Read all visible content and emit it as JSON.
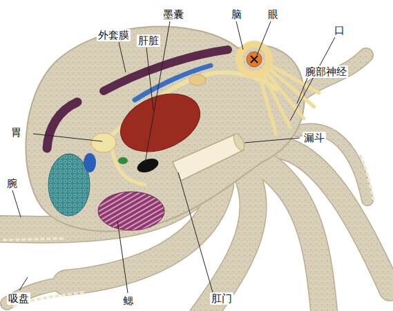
{
  "diagram": {
    "labels": [
      "墨囊",
      "脑",
      "眼",
      "口",
      "外套膜",
      "肝脏",
      "腕部神经",
      "胃",
      "漏斗",
      "腕",
      "吸盘",
      "鳃",
      "肛门"
    ]
  }
}
